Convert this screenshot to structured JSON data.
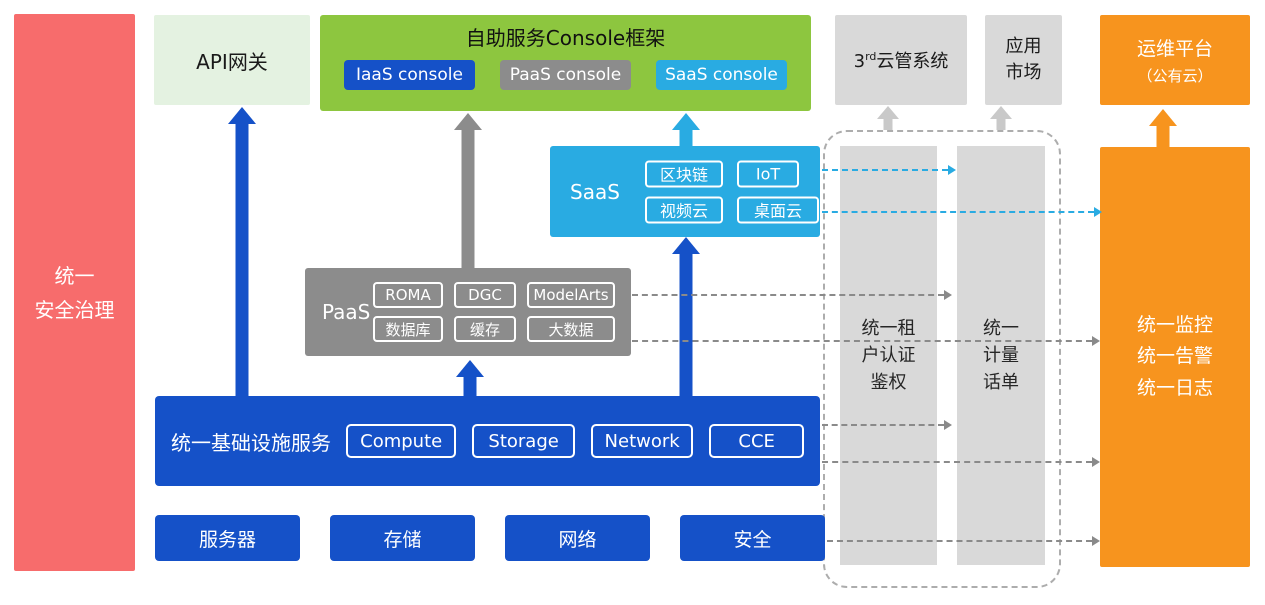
{
  "colors": {
    "red": "#F76C6C",
    "light_green": "#E4F2E1",
    "green": "#8DC63F",
    "blue": "#1551C8",
    "cyan": "#29ABE2",
    "gray": "#8C8C8C",
    "light_gray": "#D9D9D9",
    "orange": "#F7941E"
  },
  "security_bar": {
    "label": "统一\n安全治理"
  },
  "api_gateway": {
    "label": "API网关"
  },
  "console_frame": {
    "title": "自助服务Console框架",
    "items": [
      {
        "label": "IaaS console"
      },
      {
        "label": "PaaS console"
      },
      {
        "label": "SaaS console"
      }
    ]
  },
  "third_party_cloud": {
    "prefix": "3",
    "sup": "rd",
    "suffix": "云管系统"
  },
  "app_market": {
    "label": "应用\n市场"
  },
  "om_platform": {
    "line1": "运维平台",
    "line2": "（公有云）"
  },
  "saas": {
    "label": "SaaS",
    "items": [
      "区块链",
      "IoT",
      "视频云",
      "桌面云"
    ]
  },
  "paas": {
    "label": "PaaS",
    "items": [
      "ROMA",
      "DGC",
      "ModelArts",
      "数据库",
      "缓存",
      "大数据"
    ]
  },
  "infrastructure": {
    "label": "统一基础设施服务",
    "items": [
      "Compute",
      "Storage",
      "Network",
      "CCE"
    ]
  },
  "hardware_row": {
    "items": [
      "服务器",
      "存储",
      "网络",
      "安全"
    ]
  },
  "auth_bar": {
    "label": "统一租\n户认证\n鉴权"
  },
  "metering_bar": {
    "label": "统一\n计量\n话单"
  },
  "monitoring": {
    "label": "统一监控\n统一告警\n统一日志"
  }
}
